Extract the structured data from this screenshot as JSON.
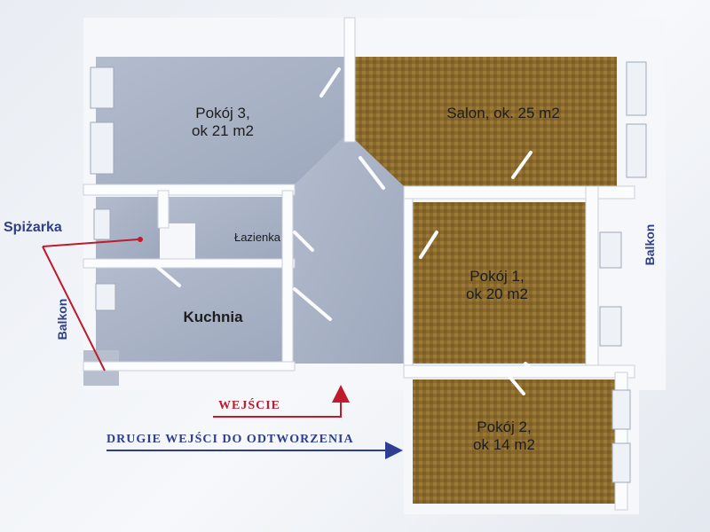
{
  "rooms": {
    "pokoj3": {
      "line1": "Pokój 3,",
      "line2": "ok 21 m2"
    },
    "salon": {
      "line1": "Salon, ok. 25 m2"
    },
    "lazienka": {
      "line1": "Łazienka"
    },
    "pokoj1": {
      "line1": "Pokój 1,",
      "line2": "ok 20 m2"
    },
    "kuchnia": {
      "line1": "Kuchnia"
    },
    "pokoj2": {
      "line1": "Pokój 2,",
      "line2": "ok 14 m2"
    }
  },
  "annotations": {
    "spizarka": "Spiżarka",
    "balkon_left": "Balkon",
    "balkon_right": "Balkon",
    "wejscie": "WEJŚCIE",
    "drugie_wejscie": "DRUGIE WEJŚCI DO ODTWORZENIA"
  },
  "colors": {
    "wall": "#fbfcfd",
    "floor_blue": "#a9b3c7",
    "floor_wood": "#8a6a2a",
    "annotation_red": "#c01a2c",
    "annotation_blue": "#2d3d92"
  }
}
